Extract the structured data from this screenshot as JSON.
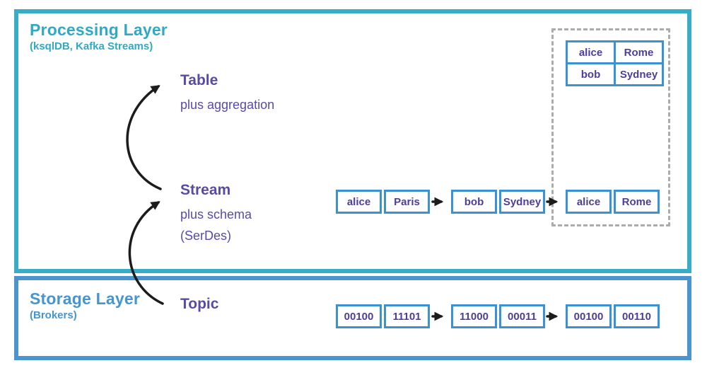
{
  "processing_layer": {
    "title": "Processing Layer",
    "subtitle": "(ksqlDB, Kafka Streams)",
    "table_concept": {
      "label": "Table",
      "description": "plus aggregation"
    },
    "stream_concept": {
      "label": "Stream",
      "description_line1": "plus schema",
      "description_line2": "(SerDes)"
    }
  },
  "storage_layer": {
    "title": "Storage Layer",
    "subtitle": "(Brokers)",
    "topic_concept": {
      "label": "Topic"
    }
  },
  "stream_records": [
    {
      "key": "alice",
      "value": "Paris"
    },
    {
      "key": "bob",
      "value": "Sydney"
    },
    {
      "key": "alice",
      "value": "Rome"
    }
  ],
  "table_state_rows": [
    {
      "key": "alice",
      "value": "Rome"
    },
    {
      "key": "bob",
      "value": "Sydney"
    }
  ],
  "topic_records": [
    {
      "key": "00100",
      "value": "11101"
    },
    {
      "key": "11000",
      "value": "00011"
    },
    {
      "key": "00100",
      "value": "00110"
    }
  ],
  "colors": {
    "processing_accent": "#2FA9C4",
    "processing_border": "#39ADC6",
    "storage_accent": "#4495D2",
    "storage_border": "#4A94CF",
    "cell_border": "#3B92D2",
    "cell_text": "#4C3E9B",
    "purple_text": "#5A4AA8",
    "dashed_border": "#ACACAC",
    "arrow": "#1C1C1C"
  }
}
